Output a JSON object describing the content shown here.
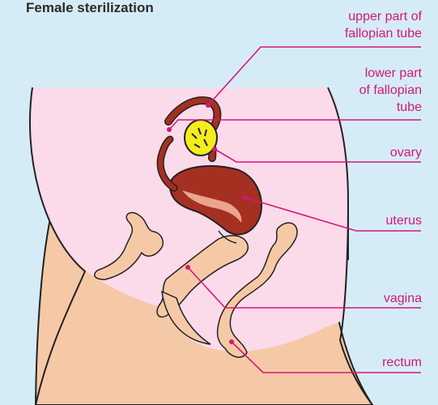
{
  "title": "Female sterilization",
  "labels": {
    "upper_tube": [
      "upper part of",
      "fallopian tube"
    ],
    "lower_tube": [
      "lower part",
      "of fallopian",
      "tube"
    ],
    "ovary": "ovary",
    "uterus": "uterus",
    "vagina": "vagina",
    "rectum": "rectum"
  },
  "colors": {
    "background": "#d5ecf6",
    "pelvis": "#fbdaea",
    "skin": "#f6c9a6",
    "uterus": "#a53021",
    "ovary": "#f4ec1d",
    "leader": "#d4177a",
    "title": "#2a2a2a"
  }
}
